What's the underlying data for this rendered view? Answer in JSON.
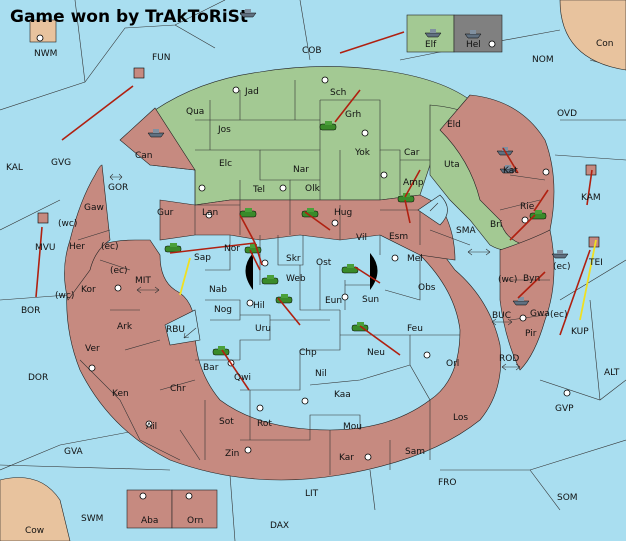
{
  "title": "Game won by TrAkToRiSt",
  "colors": {
    "sea": "#a9def0",
    "owner_green": "#a3c993",
    "owner_red": "#c68a80",
    "neutral": "#e8c39e",
    "arrow": "#b02010",
    "support_arrow": "#f0e020",
    "fleet": "#607080",
    "army": "#3a8a2a"
  },
  "labels": {
    "NWM": "NWM",
    "FUN": "FUN",
    "COB": "COB",
    "NOM": "NOM",
    "Con": "Con",
    "Elf": "Elf",
    "Hel": "Hel",
    "KAL": "KAL",
    "GVG": "GVG",
    "OVD": "OVD",
    "Jad": "Jad",
    "Sch": "Sch",
    "Qua": "Qua",
    "Grh": "Grh",
    "Jos": "Jos",
    "Eld": "Eld",
    "Can": "Can",
    "Yok": "Yok",
    "Car": "Car",
    "Uta": "Uta",
    "Elc": "Elc",
    "Nar": "Nar",
    "Kat": "Kat",
    "GOR": "GOR",
    "Tel": "Tel",
    "Olk": "Olk",
    "Amp": "Amp",
    "Gaw": "Gaw",
    "Gur": "Gur",
    "Lan": "Lan",
    "Hug": "Hug",
    "SMA": "SMA",
    "Rie": "Rie",
    "KAM": "KAM",
    "Bri": "Bri",
    "Esm": "Esm",
    "Vil": "Vil",
    "MVU": "MVU",
    "wc1": "(wc)",
    "Her": "Her",
    "ec1": "(ec)",
    "Nor": "Nor",
    "Skr": "Skr",
    "Mel": "Mel",
    "Sap": "Sap",
    "Ost": "Ost",
    "TEI": "TEI",
    "ec2": "(ec)",
    "ec3": "(ec)",
    "Web": "Web",
    "wc2": "(wc)",
    "Byn": "Byn",
    "MIT": "MIT",
    "Kor": "Kor",
    "Nab": "Nab",
    "Obs": "Obs",
    "wc3": "(wc)",
    "Eun": "Eun",
    "Sun": "Sun",
    "BOR": "BOR",
    "Nog": "Nog",
    "Hil": "Hil",
    "BUC": "BUC",
    "Gwa": "Gwa",
    "ec4": "(ec)",
    "KUP": "KUP",
    "Ark": "Ark",
    "RBU": "RBU",
    "Uru": "Uru",
    "Feu": "Feu",
    "Pir": "Pir",
    "Ver": "Ver",
    "Chp": "Chp",
    "Neu": "Neu",
    "Orl": "Orl",
    "ROD": "ROD",
    "Bar": "Bar",
    "Qwi": "Qwi",
    "DOR": "DOR",
    "Nil": "Nil",
    "ALT": "ALT",
    "Chr": "Chr",
    "Ken": "Ken",
    "Kaa": "Kaa",
    "GVP": "GVP",
    "Ail": "Ail",
    "Sot": "Sot",
    "Rot": "Rot",
    "Los": "Los",
    "Mou": "Mou",
    "GVA": "GVA",
    "Zin": "Zin",
    "Kar": "Kar",
    "Sam": "Sam",
    "FRO": "FRO",
    "LIT": "LIT",
    "SOM": "SOM",
    "SWM": "SWM",
    "Aba": "Aba",
    "Orn": "Orn",
    "DAX": "DAX",
    "Cow": "Cow"
  }
}
